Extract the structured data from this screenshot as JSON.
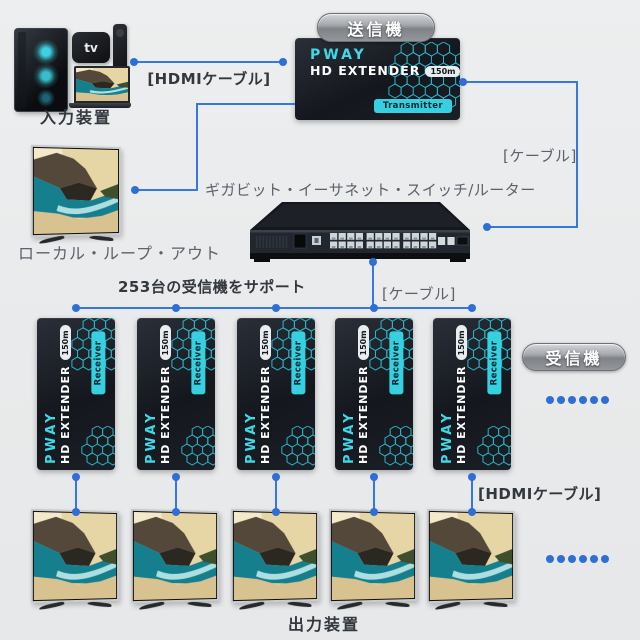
{
  "transmitter": {
    "pill": "送信機",
    "badge": "Transmitter"
  },
  "receiver": {
    "pill": "受信機",
    "badge": "Receiver"
  },
  "device": {
    "brand": "PWAY",
    "model": "HD EXTENDER",
    "range": "150m"
  },
  "labels": {
    "hdmi_cable_top": "[HDMIケーブル]",
    "cable_right": "[ケーブル]",
    "cable_switch": "[ケーブル]",
    "hdmi_cable_bottom": "[HDMIケーブル]",
    "input_devices": "入力装置",
    "local_loop_out": "ローカル・ループ・アウト",
    "switch_router": "ギガビット・イーサネット・スイッチ/ルーター",
    "supports_253": "253台の受信機をサポート",
    "output_devices": "出力装置",
    "apple_tv_logo": "tv"
  },
  "colors": {
    "line_blue": "#3677e0",
    "dot_blue": "#2e6ed6",
    "accent_cyan": "#36d0e0",
    "box_black": "#1b1f26",
    "dark_text": "#33383e",
    "gray_text": "#5b626b"
  },
  "dots_count": 6
}
